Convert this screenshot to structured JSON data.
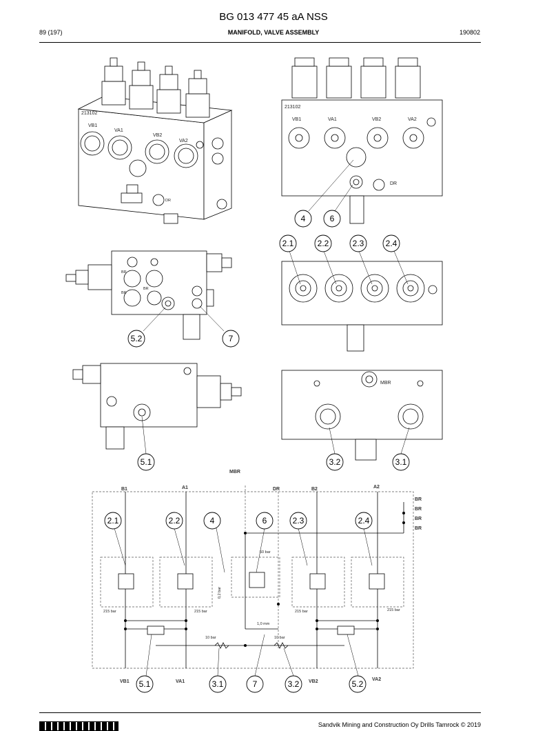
{
  "header": {
    "title": "BG 013 477 45 aA NSS",
    "page": "89 (197)",
    "section": "MANIFOLD, VALVE ASSEMBLY",
    "code": "190802"
  },
  "footer": {
    "copyright": "Sandvik Mining and Construction Oy Drills Tamrock © 2019",
    "logo": "SANDVIK"
  },
  "stamps": {
    "block_mark": "213102"
  },
  "ports": {
    "vb1": "VB1",
    "va1": "VA1",
    "vb2": "VB2",
    "va2": "VA2",
    "dr": "DR",
    "br": "BR",
    "mbr": "MBR",
    "b1": "B1",
    "a1": "A1",
    "b2": "B2",
    "a2": "A2"
  },
  "callouts": {
    "c2_1": "2.1",
    "c2_2": "2.2",
    "c2_3": "2.3",
    "c2_4": "2.4",
    "c3_1": "3.1",
    "c3_2": "3.2",
    "c4": "4",
    "c5_1": "5.1",
    "c5_2": "5.2",
    "c6": "6",
    "c7": "7"
  },
  "schematic": {
    "p_215": "215 bar",
    "p_50": "50 bar",
    "p_10": "10 bar",
    "p_02": "0,2 bar",
    "orifice": "1,0 mm"
  }
}
